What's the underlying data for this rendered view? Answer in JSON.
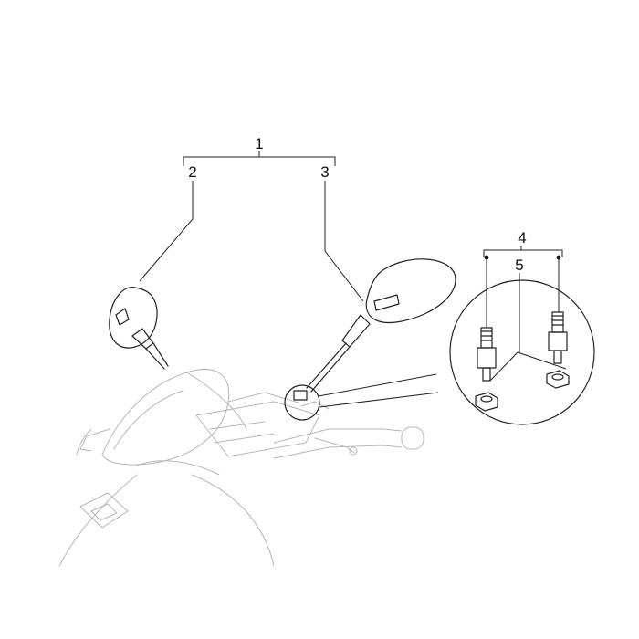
{
  "diagram": {
    "callouts": {
      "c1": "1",
      "c2": "2",
      "c3": "3",
      "c4": "4",
      "c5": "5"
    },
    "colors": {
      "ink": "#222222",
      "ghost": "#b7b7b7",
      "background": "#ffffff"
    }
  }
}
